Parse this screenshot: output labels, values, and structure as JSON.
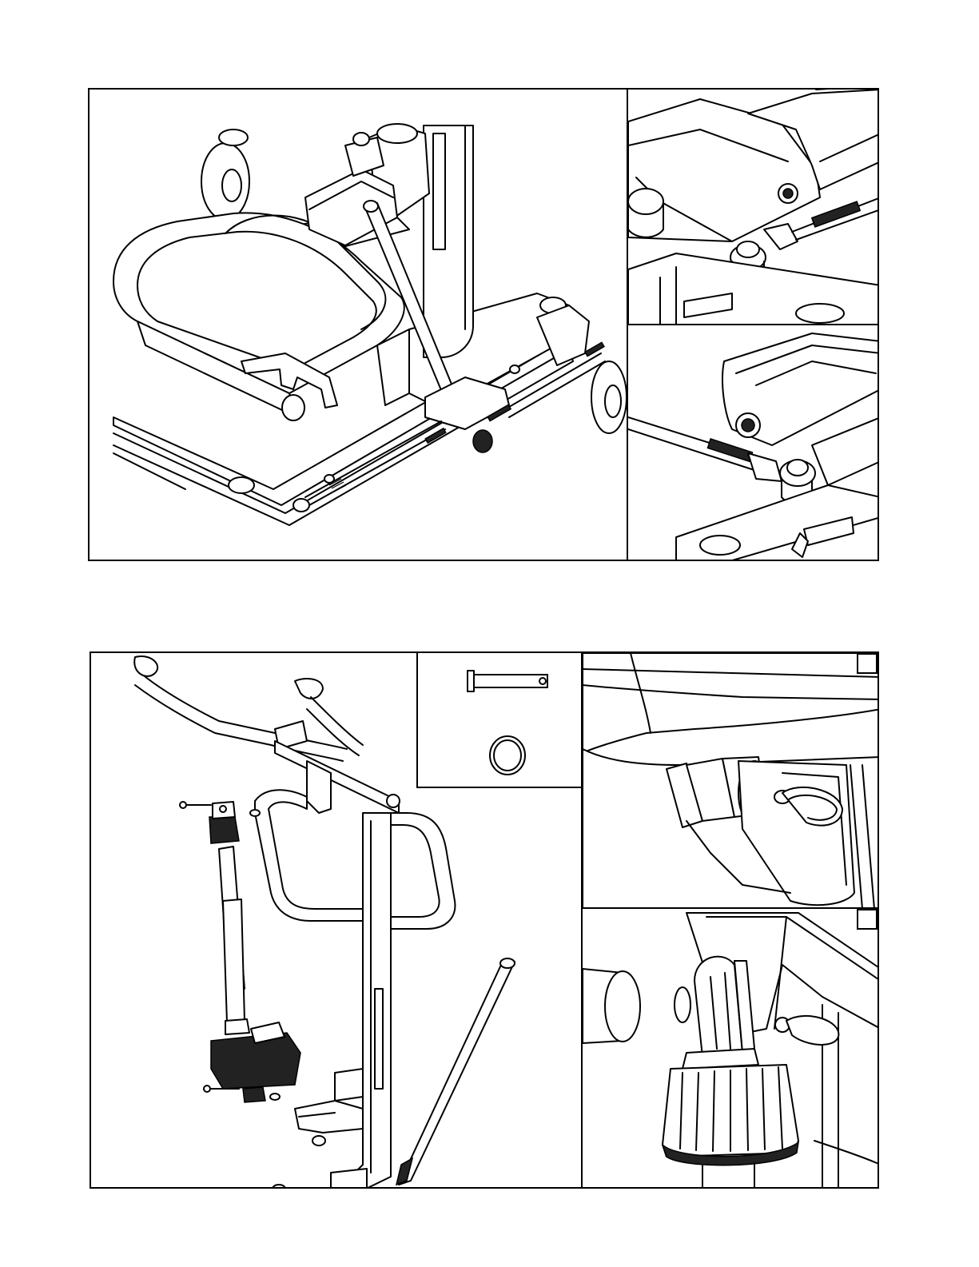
{
  "document": {
    "kind": "assembly-illustration-page",
    "figures": [
      {
        "id": "figure-1",
        "panels": [
          "base-overview",
          "rear-leg-pivot-detail",
          "front-leg-pivot-detail"
        ]
      },
      {
        "id": "figure-2",
        "panels": [
          "mast-and-actuator-exploded",
          "hardware-inset",
          "actuator-top-mount-detail",
          "actuator-bottom-mount-detail"
        ]
      }
    ],
    "hardware_items": [
      "clevis-pin",
      "split-ring"
    ]
  }
}
